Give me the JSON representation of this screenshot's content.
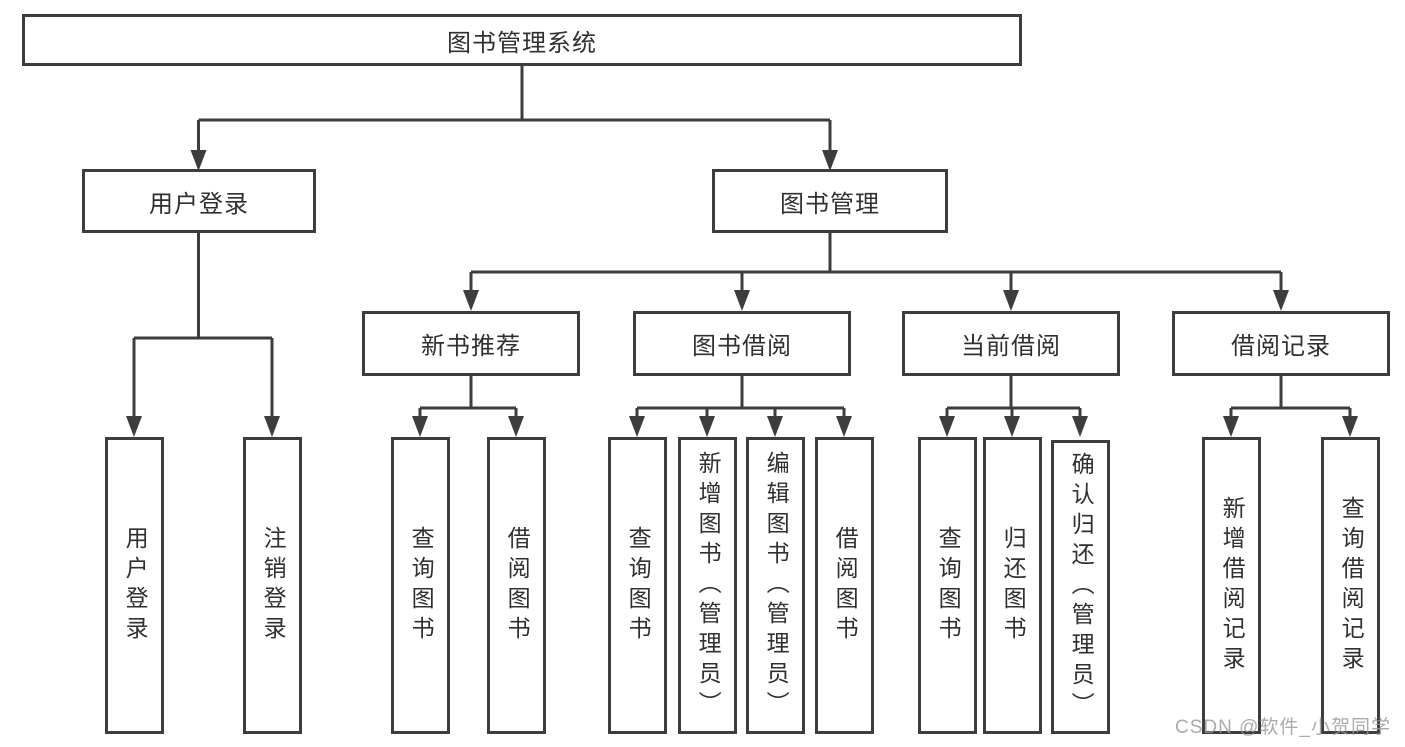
{
  "tree": {
    "root": {
      "label": "图书管理系统",
      "children": [
        {
          "label": "用户登录",
          "children": [
            {
              "label": "用户登录"
            },
            {
              "label": "注销登录"
            }
          ]
        },
        {
          "label": "图书管理",
          "children": [
            {
              "label": "新书推荐",
              "children": [
                {
                  "label": "查询图书"
                },
                {
                  "label": "借阅图书"
                }
              ]
            },
            {
              "label": "图书借阅",
              "children": [
                {
                  "label": "查询图书"
                },
                {
                  "label": "新增图书（管理员）"
                },
                {
                  "label": "编辑图书（管理员）"
                },
                {
                  "label": "借阅图书"
                }
              ]
            },
            {
              "label": "当前借阅",
              "children": [
                {
                  "label": "查询图书"
                },
                {
                  "label": "归还图书"
                },
                {
                  "label": "确认归还（管理员）"
                }
              ]
            },
            {
              "label": "借阅记录",
              "children": [
                {
                  "label": "新增借阅记录"
                },
                {
                  "label": "查询借阅记录"
                }
              ]
            }
          ]
        }
      ]
    }
  },
  "watermark": {
    "text": "CSDN @软件_小贺同学"
  },
  "colors": {
    "line": "#3d3d3d",
    "box_border": "#3d3d3d",
    "text": "#303030",
    "watermark": "#989898",
    "background": "#ffffff"
  }
}
